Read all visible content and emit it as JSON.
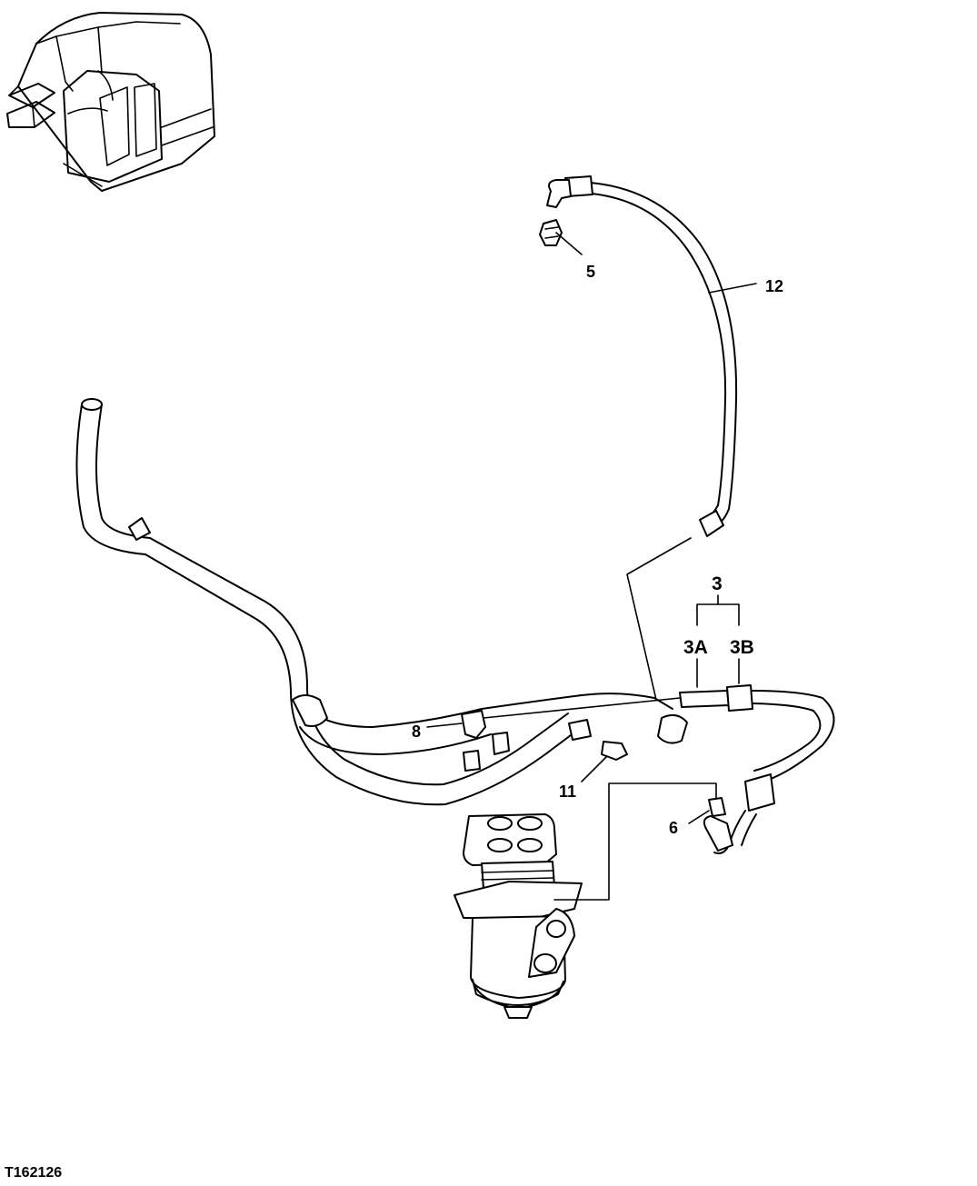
{
  "figure": {
    "id_label": "T162126"
  },
  "callouts": {
    "c3": "3",
    "c3a": "3A",
    "c3b": "3B",
    "c5": "5",
    "c6": "6",
    "c8": "8",
    "c11": "11",
    "c12": "12"
  },
  "icons": {
    "locator": "excavator-cab-icon",
    "swivel": "center-joint-icon"
  }
}
